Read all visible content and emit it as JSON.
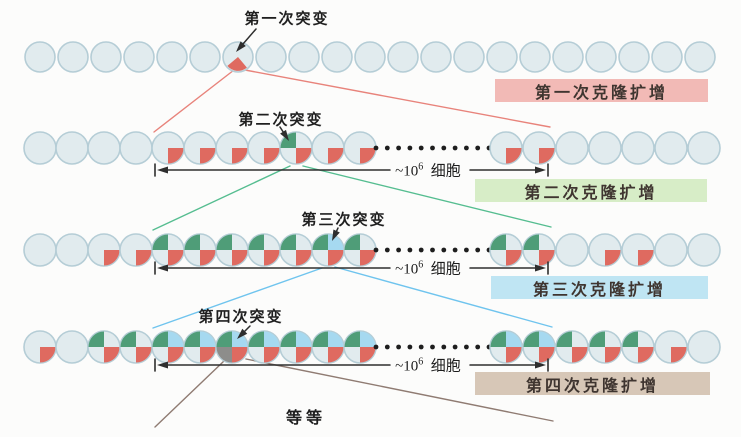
{
  "colors": {
    "cell_fill": "#e1ebee",
    "cell_border": "#b5cdd6",
    "dot": "#1e1e1e",
    "arrow_black": "#2e2e2e",
    "line_red": "#e8837b",
    "line_green": "#55bd90",
    "line_blue": "#6fc4ee",
    "line_brown": "#8f7b72",
    "clone_box_bg": [
      "#f2bab6",
      "#d7edc7",
      "#bfe5f3",
      "#d7c7b7"
    ],
    "clone_box_text": "#3f3530"
  },
  "mutation_colors": {
    "first": "#df6a60",
    "second": "#4f9d78",
    "third": "#a6d9f0",
    "fourth": "#8d8d8b"
  },
  "mutation_labels": [
    "第一次突变",
    "第二次突变",
    "第三次突变",
    "第四次突变"
  ],
  "clone_labels": [
    "第一次克隆扩增",
    "第二次克隆扩增",
    "第三次克隆扩增",
    "第四次克隆扩增"
  ],
  "cell_count_label": {
    "approx": "~10",
    "exponent": "6",
    "unit": "细胞"
  },
  "etc_label": "等等",
  "rows": [
    [
      "",
      "",
      "",
      "",
      "",
      "",
      "m",
      "",
      "",
      "",
      "",
      "",
      "",
      "",
      "",
      "",
      "",
      "",
      "",
      "",
      ""
    ],
    [
      "",
      "",
      "",
      "",
      "r",
      "r",
      "r",
      "r",
      "gr",
      "r",
      "r",
      "dots",
      "r",
      "r",
      "",
      "",
      "",
      "",
      ""
    ],
    [
      "",
      "",
      "r",
      "r",
      "gr",
      "gr",
      "gr",
      "gr",
      "gr",
      "gbr",
      "gr",
      "dots",
      "gr",
      "gr",
      "",
      "r",
      "r",
      "",
      ""
    ],
    [
      "r",
      "",
      "gr",
      "gr",
      "gbr",
      "gbr",
      "gbrk",
      "gbr",
      "gbr",
      "gbr",
      "gbr",
      "dots",
      "gbr",
      "gbr",
      "gr",
      "gr",
      "gr",
      "r",
      ""
    ]
  ]
}
